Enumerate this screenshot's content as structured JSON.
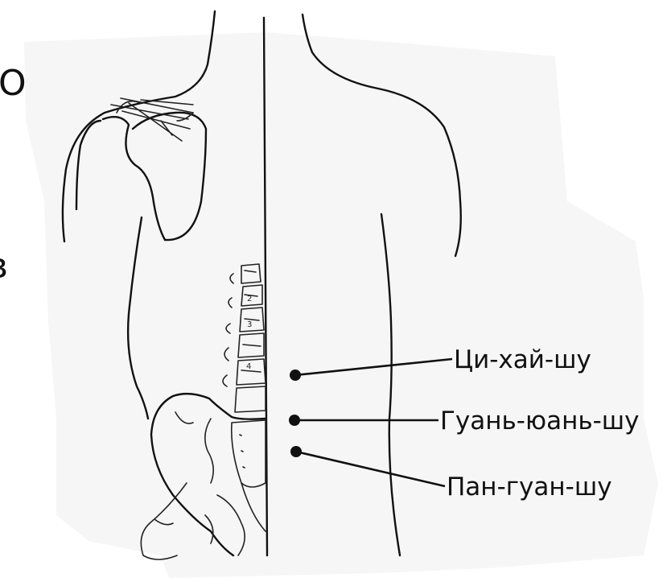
{
  "figure": {
    "edge_glyphs": [
      "О",
      "в"
    ],
    "points": [
      {
        "name": "Ци-хай-шу"
      },
      {
        "name": "Гуань-юань-шу"
      },
      {
        "name": "Пан-гуан-шу"
      }
    ],
    "vertebra_labels": [
      "2",
      "3",
      "4"
    ],
    "colors": {
      "ink": "#111111",
      "paper": "#f6f6f6",
      "background": "#ffffff"
    }
  }
}
